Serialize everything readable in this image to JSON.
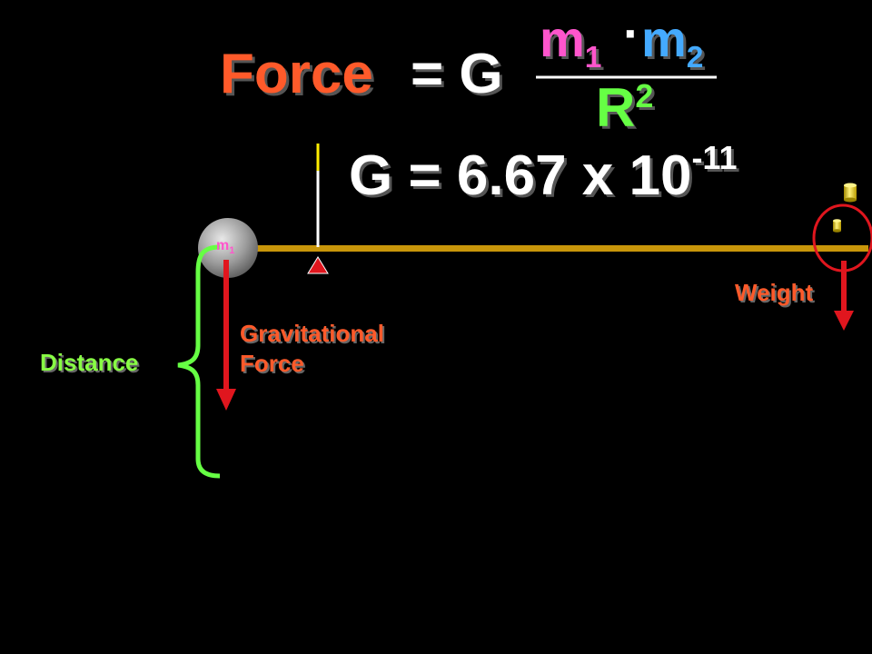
{
  "formula": {
    "force_label": "Force",
    "equals_g": "= G",
    "m1_letter": "m",
    "m1_sub": "1",
    "dot": "·",
    "m2_letter": "m",
    "m2_sub": "2",
    "r_letter": "R",
    "r_sup": "2"
  },
  "constant": {
    "text": "G = 6.67 x 10",
    "exponent": "-11"
  },
  "labels": {
    "ball_letter": "m",
    "ball_sub": "1",
    "gravitational_line1": "Gravitational",
    "gravitational_line2": "Force",
    "distance": "Distance",
    "weight": "Weight"
  },
  "colors": {
    "background": "#000000",
    "force": "#ff5a2a",
    "m1": "#ff55cc",
    "m2": "#44aaff",
    "r2": "#66ff44",
    "beam": "#c8960a",
    "arrow": "#e0161e",
    "brace": "#66ff44",
    "label_red": "#ff5a2a",
    "label_green": "#88ff44",
    "weights": "#e8d000"
  }
}
